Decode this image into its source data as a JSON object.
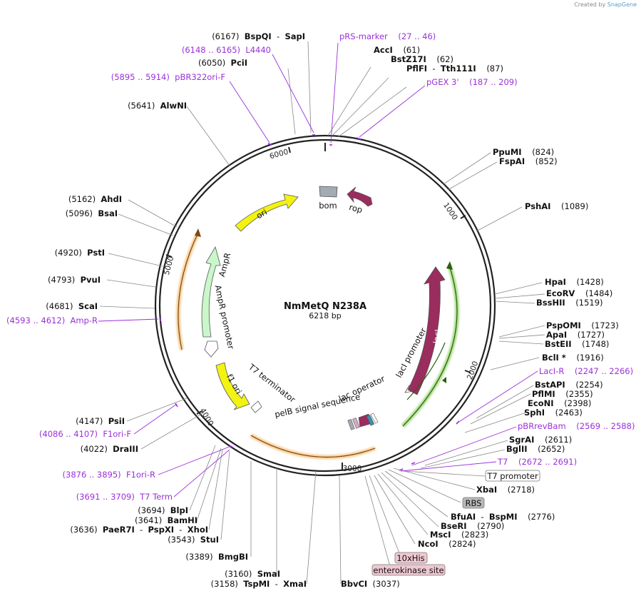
{
  "watermark": {
    "prefix": "Created by",
    "brand": "SnapGene"
  },
  "plasmid": {
    "name": "NmMetQ N238A",
    "size": "6218 bp"
  },
  "ticks": [
    "1000",
    "2000",
    "3000",
    "4000",
    "5000",
    "6000"
  ],
  "enzymes": [
    {
      "id": "bspqi",
      "text": "(6167)  BspQI  - SapI",
      "parts": [
        [
          "(6167)  ",
          false
        ],
        [
          "BspQI",
          true
        ],
        [
          "  -  ",
          false
        ],
        [
          "SapI",
          true
        ]
      ]
    },
    {
      "id": "l4440",
      "parts": [
        [
          "(6148 .. 6165)  L4440",
          false
        ]
      ],
      "purple": true
    },
    {
      "id": "pcii",
      "parts": [
        [
          "(6050)  ",
          false
        ],
        [
          "PciI",
          true
        ]
      ]
    },
    {
      "id": "pbr322",
      "parts": [
        [
          "(5895 .. 5914)  pBR322ori-F",
          false
        ]
      ],
      "purple": true
    },
    {
      "id": "alwni",
      "parts": [
        [
          "(5641)  ",
          false
        ],
        [
          "AlwNI",
          true
        ]
      ]
    },
    {
      "id": "ahdi",
      "parts": [
        [
          "(5162)  ",
          false
        ],
        [
          "AhdI",
          true
        ]
      ]
    },
    {
      "id": "bsai",
      "parts": [
        [
          "(5096)  ",
          false
        ],
        [
          "BsaI",
          true
        ]
      ]
    },
    {
      "id": "psti",
      "parts": [
        [
          "(4920)  ",
          false
        ],
        [
          "PstI",
          true
        ]
      ]
    },
    {
      "id": "pvui",
      "parts": [
        [
          "(4793)  ",
          false
        ],
        [
          "PvuI",
          true
        ]
      ]
    },
    {
      "id": "scai",
      "parts": [
        [
          "(4681)  ",
          false
        ],
        [
          "ScaI",
          true
        ]
      ]
    },
    {
      "id": "ampr_primer",
      "parts": [
        [
          "(4593 .. 4612)  Amp-R",
          false
        ]
      ],
      "purple": true
    },
    {
      "id": "psii",
      "parts": [
        [
          "(4147)  ",
          false
        ],
        [
          "PsiI",
          true
        ]
      ]
    },
    {
      "id": "f1orif",
      "parts": [
        [
          "(4086 .. 4107)  F1ori-F",
          false
        ]
      ],
      "purple": true
    },
    {
      "id": "draiii",
      "parts": [
        [
          "(4022)  ",
          false
        ],
        [
          "DraIII",
          true
        ]
      ]
    },
    {
      "id": "f1orir",
      "parts": [
        [
          "(3876 .. 3895)  F1ori-R",
          false
        ]
      ],
      "purple": true
    },
    {
      "id": "t7term",
      "parts": [
        [
          "(3691 .. 3709)  T7 Term",
          false
        ]
      ],
      "purple": true
    },
    {
      "id": "blpi",
      "parts": [
        [
          "(3694)  ",
          false
        ],
        [
          "BlpI",
          true
        ]
      ]
    },
    {
      "id": "bamhi",
      "parts": [
        [
          "(3641)  ",
          false
        ],
        [
          "BamHI",
          true
        ]
      ]
    },
    {
      "id": "paer7i",
      "parts": [
        [
          "(3636)  ",
          false
        ],
        [
          "PaeR7I",
          true
        ],
        [
          "  -  ",
          false
        ],
        [
          "PspXI",
          true
        ],
        [
          "  -  ",
          false
        ],
        [
          "XhoI",
          true
        ]
      ]
    },
    {
      "id": "stui",
      "parts": [
        [
          "(3543)  ",
          false
        ],
        [
          "StuI",
          true
        ]
      ]
    },
    {
      "id": "bmgbi",
      "parts": [
        [
          "(3389)  ",
          false
        ],
        [
          "BmgBI",
          true
        ]
      ]
    },
    {
      "id": "smai",
      "parts": [
        [
          "(3160)  ",
          false
        ],
        [
          "SmaI",
          true
        ]
      ]
    },
    {
      "id": "tspmi",
      "parts": [
        [
          "(3158)  ",
          false
        ],
        [
          "TspMI",
          true
        ],
        [
          "  -  ",
          false
        ],
        [
          "XmaI",
          true
        ]
      ]
    },
    {
      "id": "bbvci",
      "parts": [
        [
          "BbvCI",
          true
        ],
        [
          "  (3037)",
          false
        ]
      ]
    },
    {
      "id": "prs",
      "parts": [
        [
          "pRS-marker    (27 .. 46)",
          false
        ]
      ],
      "purple": true
    },
    {
      "id": "acci",
      "parts": [
        [
          "AccI",
          true
        ],
        [
          "    (61)",
          false
        ]
      ]
    },
    {
      "id": "bstz17i",
      "parts": [
        [
          "BstZ17I",
          true
        ],
        [
          "    (62)",
          false
        ]
      ]
    },
    {
      "id": "pflfi",
      "parts": [
        [
          "PflFI",
          true
        ],
        [
          "  -  ",
          false
        ],
        [
          "Tth111I",
          true
        ],
        [
          "    (87)",
          false
        ]
      ]
    },
    {
      "id": "pgex3",
      "parts": [
        [
          "pGEX 3'    (187 .. 209)",
          false
        ]
      ],
      "purple": true
    },
    {
      "id": "ppumi",
      "parts": [
        [
          "PpuMI",
          true
        ],
        [
          "    (824)",
          false
        ]
      ]
    },
    {
      "id": "fspai",
      "parts": [
        [
          "FspAI",
          true
        ],
        [
          "    (852)",
          false
        ]
      ]
    },
    {
      "id": "pshai",
      "parts": [
        [
          "PshAI",
          true
        ],
        [
          "    (1089)",
          false
        ]
      ]
    },
    {
      "id": "hpai",
      "parts": [
        [
          "HpaI",
          true
        ],
        [
          "    (1428)",
          false
        ]
      ]
    },
    {
      "id": "ecorv",
      "parts": [
        [
          "EcoRV",
          true
        ],
        [
          "    (1484)",
          false
        ]
      ]
    },
    {
      "id": "bsshii",
      "parts": [
        [
          "BssHII",
          true
        ],
        [
          "    (1519)",
          false
        ]
      ]
    },
    {
      "id": "pspomi",
      "parts": [
        [
          "PspOMI",
          true
        ],
        [
          "    (1723)",
          false
        ]
      ]
    },
    {
      "id": "apai",
      "parts": [
        [
          "ApaI",
          true
        ],
        [
          "    (1727)",
          false
        ]
      ]
    },
    {
      "id": "bsteii",
      "parts": [
        [
          "BstEII",
          true
        ],
        [
          "    (1748)",
          false
        ]
      ]
    },
    {
      "id": "bcli",
      "parts": [
        [
          "BclI *",
          true
        ],
        [
          "    (1916)",
          false
        ]
      ]
    },
    {
      "id": "laci_r",
      "parts": [
        [
          "LacI-R    (2247 .. 2266)",
          false
        ]
      ],
      "purple": true
    },
    {
      "id": "bstapi",
      "parts": [
        [
          "BstAPI",
          true
        ],
        [
          "    (2254)",
          false
        ]
      ]
    },
    {
      "id": "pflmi",
      "parts": [
        [
          "PflMI",
          true
        ],
        [
          "    (2355)",
          false
        ]
      ]
    },
    {
      "id": "econi",
      "parts": [
        [
          "EcoNI",
          true
        ],
        [
          "    (2398)",
          false
        ]
      ]
    },
    {
      "id": "sphi",
      "parts": [
        [
          "SphI",
          true
        ],
        [
          "    (2463)",
          false
        ]
      ]
    },
    {
      "id": "pbrrevbam",
      "parts": [
        [
          "pBRrevBam    (2569 .. 2588)",
          false
        ]
      ],
      "purple": true
    },
    {
      "id": "sgrai",
      "parts": [
        [
          "SgrAI",
          true
        ],
        [
          "    (2611)",
          false
        ]
      ]
    },
    {
      "id": "bglii",
      "parts": [
        [
          "BglII",
          true
        ],
        [
          "    (2652)",
          false
        ]
      ]
    },
    {
      "id": "t7",
      "parts": [
        [
          "T7    (2672 .. 2691)",
          false
        ]
      ],
      "purple": true
    },
    {
      "id": "xbai",
      "parts": [
        [
          "XbaI",
          true
        ],
        [
          "    (2718)",
          false
        ]
      ]
    },
    {
      "id": "bfuai",
      "parts": [
        [
          "BfuAI",
          true
        ],
        [
          "  -  ",
          false
        ],
        [
          "BspMI",
          true
        ],
        [
          "    (2776)",
          false
        ]
      ]
    },
    {
      "id": "bseri",
      "parts": [
        [
          "BseRI",
          true
        ],
        [
          "    (2790)",
          false
        ]
      ]
    },
    {
      "id": "msci",
      "parts": [
        [
          "MscI",
          true
        ],
        [
          "    (2823)",
          false
        ]
      ]
    },
    {
      "id": "ncoi",
      "parts": [
        [
          "NcoI",
          true
        ],
        [
          "    (2824)",
          false
        ]
      ]
    }
  ],
  "boxed_labels": {
    "t7_promoter": "T7 promoter",
    "rbs": "RBS",
    "his": "10xHis",
    "enterokinase": "enterokinase site"
  },
  "features": {
    "ori": "ori",
    "bom": "bom",
    "rop": "rop",
    "ampr": "AmpR",
    "ampr_promoter": "AmpR promoter",
    "f1_ori": "f1 ori",
    "t7_terminator": "T7 terminator",
    "pelb": "pelB signal sequence",
    "lac_operator": "lac operator",
    "laci_promoter": "lacI promoter",
    "laci": "lacI"
  },
  "colors": {
    "ori": "#f3f312",
    "ampr": "#c9f7c9",
    "laci": "#9b2c5e",
    "rop": "#9b2c5e",
    "bom": "#a4aab3",
    "orf_orange": "#f2a23a",
    "orf_green": "#60c020",
    "primer": "#9b30d9",
    "his_box": "#f0c8d2",
    "rbs_box": "#b8b8b8"
  }
}
